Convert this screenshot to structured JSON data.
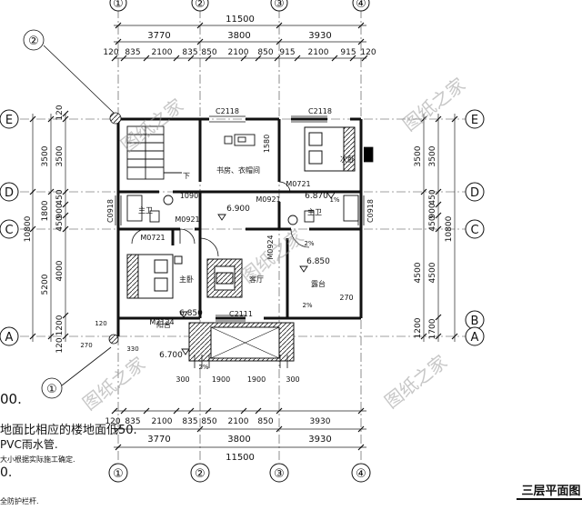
{
  "drawing": {
    "title": "三层平面图",
    "watermark": "图纸之家",
    "overall_width": "11500",
    "overall_depth": "10800"
  },
  "axes": {
    "vertical": [
      "①",
      "②",
      "③",
      "④"
    ],
    "horizontal": [
      "E",
      "D",
      "C",
      "B",
      "A"
    ]
  },
  "dims_top": {
    "bays": [
      "3770",
      "3800",
      "3930"
    ],
    "details": [
      "120",
      "835",
      "2100",
      "835",
      "850",
      "2100",
      "850",
      "915",
      "2100",
      "915",
      "120"
    ]
  },
  "dims_bottom": {
    "details": [
      "120",
      "835",
      "2100",
      "835",
      "850",
      "2100",
      "850",
      "3930"
    ],
    "bays": [
      "3770",
      "3800",
      "3930"
    ],
    "total": "11500"
  },
  "dims_left": {
    "bays": [
      "3500",
      "1800",
      "5200"
    ],
    "details": [
      "120",
      "3500",
      "450",
      "900",
      "450",
      "4000",
      "1200",
      "120"
    ],
    "total": "10800"
  },
  "dims_right": {
    "bays": [
      "3500",
      "4500",
      "1200"
    ],
    "details": [
      "3500",
      "450",
      "900",
      "450",
      "4500",
      "1700"
    ],
    "total": "10800"
  },
  "balcony_dims": [
    "300",
    "1900",
    "1900",
    "300"
  ],
  "rooms": {
    "study": "书房、衣帽间",
    "bed_nw": "次卧",
    "master_bed": "主卧",
    "living": "客厅",
    "terrace": "露台",
    "balcony": "阳台",
    "down": "下",
    "bath1": "主卫",
    "bath2": "主卫"
  },
  "doors_windows": {
    "c2118_left": "C2118",
    "c2118_right": "C2118",
    "m0721_a": "M0721",
    "m0721_b": "M0721",
    "m0921_a": "M0921",
    "m0921_b": "M0921",
    "m0924": "M0924",
    "m2124": "M2124",
    "c2111": "C2111",
    "c0918_l": "C0918",
    "c0918_r": "C0918",
    "size_1090": "1090",
    "size_1580": "1580",
    "size_270": "270"
  },
  "elevations": {
    "e1": "6.900",
    "e2": "6.870",
    "e3": "6.850",
    "e4": "6.850",
    "e5": "6.700",
    "slope1": "1%",
    "slope2": "2%",
    "slope3": "2%",
    "slope4": "2%"
  },
  "callouts": {
    "top": "②",
    "bottom": "①",
    "dim_270": "270",
    "dim_330": "330",
    "dim_120": "120"
  },
  "notes": [
    "00.",
    "地面比相应的楼地面低50.",
    "PVC雨水管.",
    "大小根据实际施工确定.",
    "0.",
    "全防护栏杆."
  ]
}
